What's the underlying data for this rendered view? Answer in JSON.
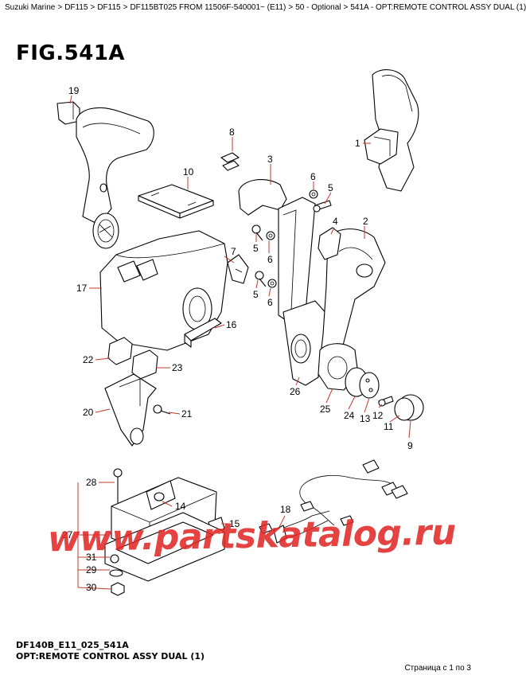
{
  "breadcrumb": [
    "Suzuki Marine",
    "DF115",
    "DF115",
    "DF115BT025 FROM 11506F-540001~ (E11)",
    "50 - Optional",
    "541A - OPT:REMOTE CONTROL ASSY DUAL (1)"
  ],
  "breadcrumb_sep": ">",
  "figure_title": "FIG.541A",
  "callouts": {
    "c1": "1",
    "c2": "2",
    "c3": "3",
    "c4": "4",
    "c5a": "5",
    "c5b": "5",
    "c5c": "5",
    "c6a": "6",
    "c6b": "6",
    "c6c": "6",
    "c7": "7",
    "c8": "8",
    "c9": "9",
    "c10": "10",
    "c11": "11",
    "c12": "12",
    "c13": "13",
    "c14": "14",
    "c15": "15",
    "c16": "16",
    "c17": "17",
    "c18": "18",
    "c19": "19",
    "c20": "20",
    "c21": "21",
    "c22": "22",
    "c23": "23",
    "c24": "24",
    "c25": "25",
    "c26": "26",
    "c27": "27",
    "c28": "28",
    "c29": "29",
    "c30": "30",
    "c31": "31"
  },
  "watermark": "www.partskatalog.ru",
  "diagram_code": "DF140B_E11_025_541A",
  "diagram_description": "OPT:REMOTE CONTROL ASSY DUAL (1)",
  "pager": "Страница с 1 по 3",
  "colors": {
    "leader": "#c0392b",
    "watermark": "#e12828"
  }
}
